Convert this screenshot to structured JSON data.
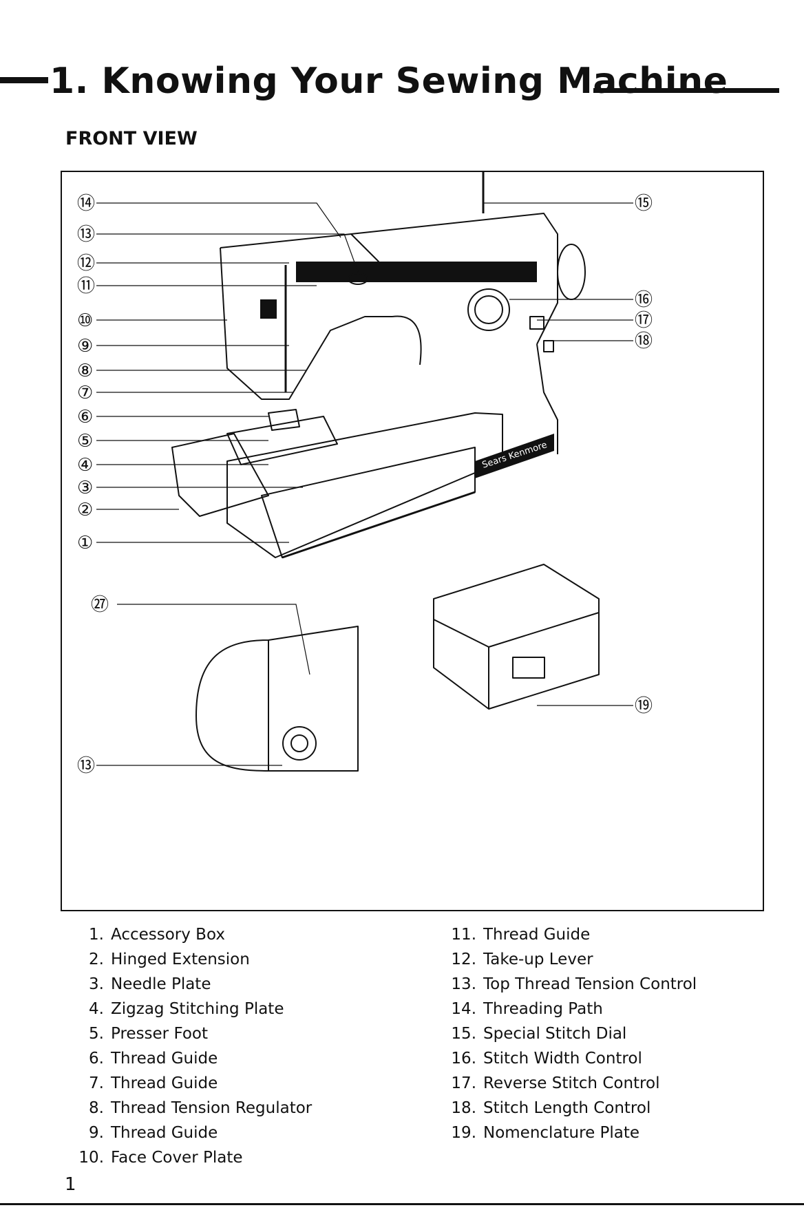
{
  "page": {
    "title": "1. Knowing Your Sewing Machine",
    "section_heading": "FRONT VIEW",
    "page_number": "1"
  },
  "figure": {
    "callouts": {
      "c1": "①",
      "c2": "②",
      "c3": "③",
      "c4": "④",
      "c5": "⑤",
      "c6": "⑥",
      "c7": "⑦",
      "c8": "⑧",
      "c9": "⑨",
      "c10": "⑩",
      "c11": "⑪",
      "c12": "⑫",
      "c13": "⑬",
      "c14": "⑭",
      "c15": "⑮",
      "c16": "⑯",
      "c17": "⑰",
      "c18": "⑱",
      "c19": "⑲",
      "c27": "㉗",
      "c13b": "⑬"
    },
    "brand_plate": "Sears Kenmore"
  },
  "parts": {
    "col1": [
      {
        "num": "1.",
        "name": "Accessory Box"
      },
      {
        "num": "2.",
        "name": "Hinged Extension"
      },
      {
        "num": "3.",
        "name": "Needle Plate"
      },
      {
        "num": "4.",
        "name": "Zigzag Stitching Plate"
      },
      {
        "num": "5.",
        "name": "Presser Foot"
      },
      {
        "num": "6.",
        "name": "Thread Guide"
      },
      {
        "num": "7.",
        "name": "Thread Guide"
      },
      {
        "num": "8.",
        "name": "Thread Tension Regulator"
      },
      {
        "num": "9.",
        "name": "Thread Guide"
      },
      {
        "num": "10.",
        "name": "Face Cover Plate"
      }
    ],
    "col2": [
      {
        "num": "11.",
        "name": "Thread Guide"
      },
      {
        "num": "12.",
        "name": "Take-up Lever"
      },
      {
        "num": "13.",
        "name": "Top Thread Tension Control"
      },
      {
        "num": "14.",
        "name": "Threading Path"
      },
      {
        "num": "15.",
        "name": "Special Stitch Dial"
      },
      {
        "num": "16.",
        "name": "Stitch Width Control"
      },
      {
        "num": "17.",
        "name": "Reverse Stitch Control"
      },
      {
        "num": "18.",
        "name": "Stitch Length Control"
      },
      {
        "num": "19.",
        "name": "Nomenclature Plate"
      }
    ]
  }
}
